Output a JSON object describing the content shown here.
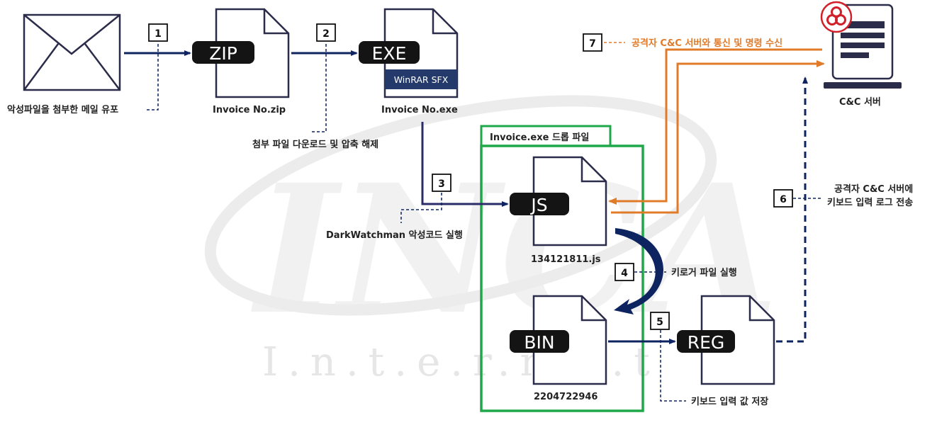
{
  "watermark": {
    "logo": "INCA",
    "text": "I.n.t.e.r.n.e.t"
  },
  "colors": {
    "navy": "#0e2461",
    "orange": "#e07b2a",
    "green": "#1fa84a",
    "biohazard": "#d0202a",
    "badge": "#141414"
  },
  "nodes": {
    "mail": {
      "caption": "악성파일을 첨부한 메일 유포"
    },
    "zip": {
      "badge": "ZIP",
      "caption": "Invoice No.zip"
    },
    "exe": {
      "badge": "EXE",
      "sub_badge": "WinRAR SFX",
      "caption": "Invoice No.exe"
    },
    "js": {
      "badge": "JS",
      "caption": "134121811.js"
    },
    "bin": {
      "badge": "BIN",
      "caption": "2204722946"
    },
    "reg": {
      "badge": "REG"
    },
    "server": {
      "caption": "C&C 서버"
    }
  },
  "drop_group": {
    "title": "Invoice.exe 드롭 파일"
  },
  "steps": [
    {
      "num": "1"
    },
    {
      "num": "2",
      "label": "첨부 파일 다운로드 및 압축 해제"
    },
    {
      "num": "3",
      "label": "DarkWatchman 악성코드 실행"
    },
    {
      "num": "4",
      "label": "키로거 파일 실행"
    },
    {
      "num": "5",
      "label": "키보드 입력 값 저장"
    },
    {
      "num": "6",
      "label_line1": "공격자 C&C 서버에",
      "label_line2": "키보드 입력 로그 전송"
    },
    {
      "num": "7",
      "label": "공격자 C&C 서버와 통신 및 명령 수신"
    }
  ]
}
